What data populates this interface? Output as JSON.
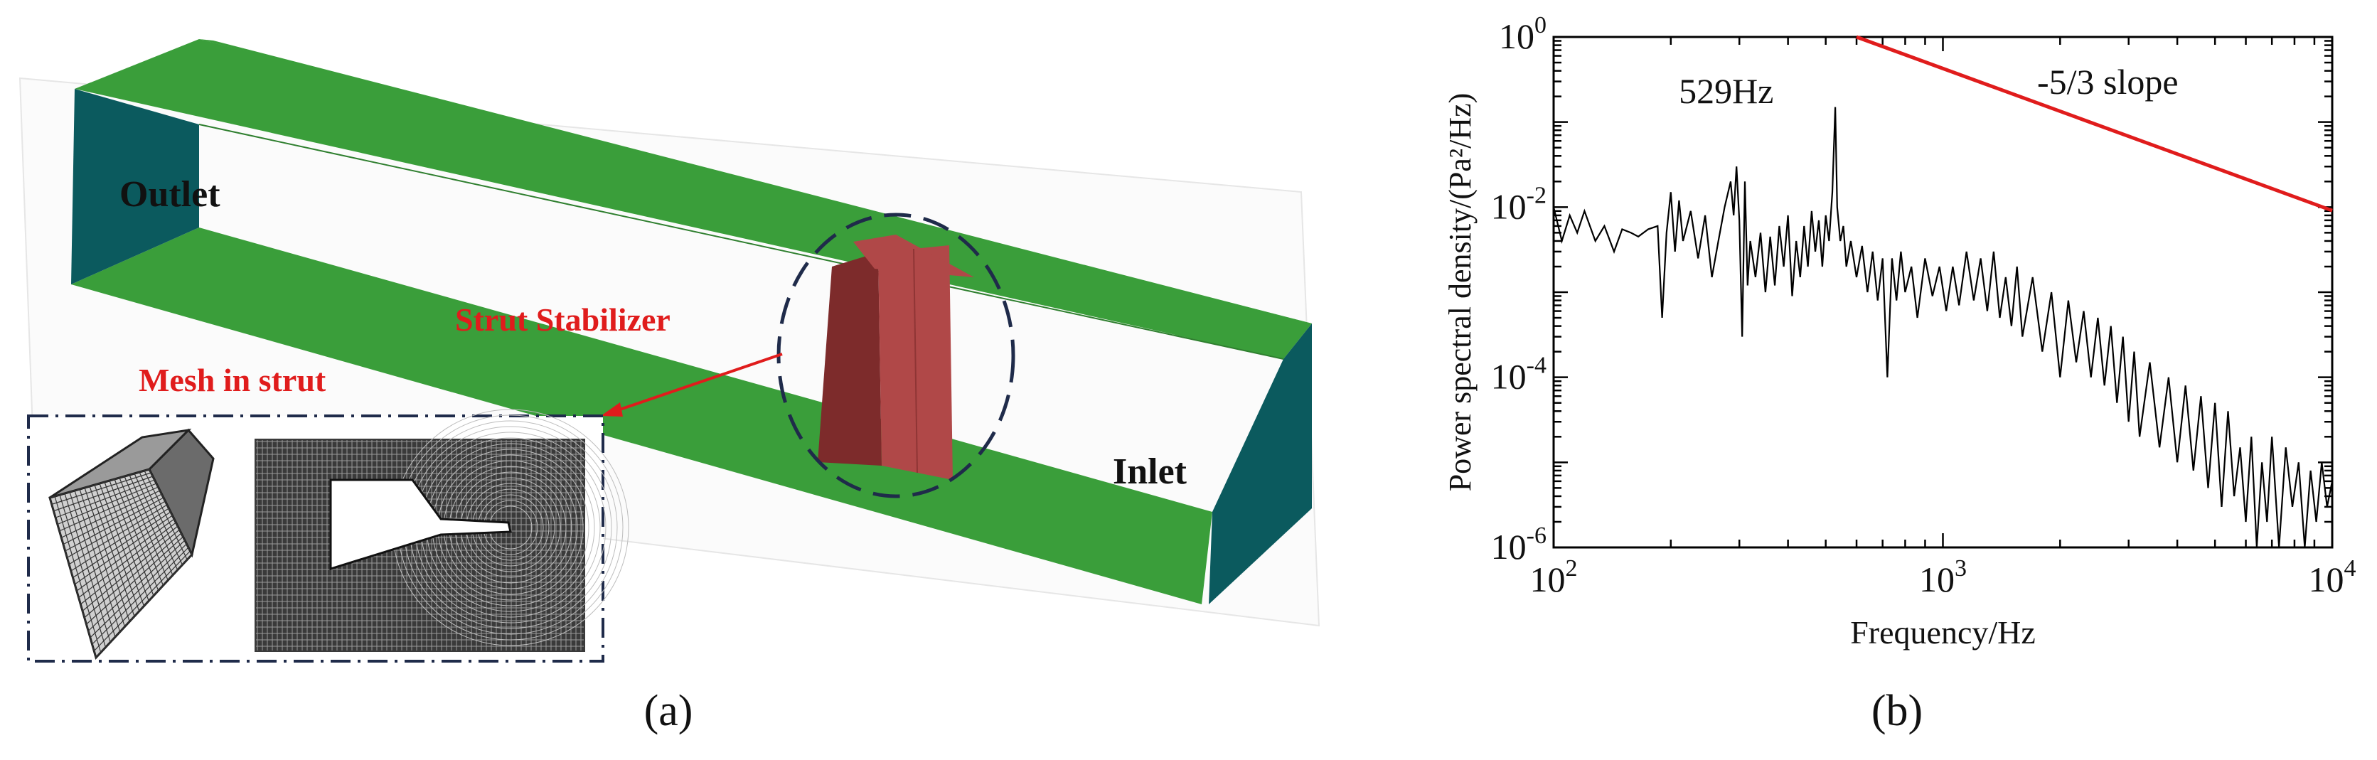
{
  "figure": {
    "panel_a": {
      "caption": "(a)",
      "label_outlet": "Outlet",
      "label_inlet": "Inlet",
      "label_strut": "Strut Stabilizer",
      "label_mesh": "Mesh in strut",
      "colors": {
        "channel": "#3a9e3a",
        "channel_end": "#0b5a5e",
        "strut": "#b04848",
        "strut_dark": "#7d2b2b",
        "label_red": "#e01c1c",
        "ellipse": "#1f2b4a"
      }
    },
    "panel_b": {
      "caption": "(b)",
      "chart_data": {
        "type": "line",
        "title": "",
        "xlabel": "Frequency/Hz",
        "ylabel": "Power spectral density/(Pa²/Hz)",
        "x_scale": "log",
        "y_scale": "log",
        "xlim": [
          100,
          10000
        ],
        "ylim": [
          1e-06,
          1
        ],
        "x_ticks": [
          {
            "value": 100,
            "label_base": "10",
            "label_exp": "2"
          },
          {
            "value": 1000,
            "label_base": "10",
            "label_exp": "3"
          },
          {
            "value": 10000,
            "label_base": "10",
            "label_exp": "4"
          }
        ],
        "y_ticks": [
          {
            "value": 1,
            "label_base": "10",
            "label_exp": "0"
          },
          {
            "value": 0.01,
            "label_base": "10",
            "label_exp": "-2"
          },
          {
            "value": 0.0001,
            "label_base": "10",
            "label_exp": "-4"
          },
          {
            "value": 1e-06,
            "label_base": "10",
            "label_exp": "-6"
          }
        ],
        "annotations": [
          {
            "text": "529Hz",
            "x": 529,
            "y": 0.15
          },
          {
            "text": "-5/3 slope"
          }
        ],
        "series": [
          {
            "color": "#000000",
            "x": [
              100,
              105,
              110,
              115,
              120,
              128,
              135,
              143,
              150,
              158,
              165,
              175,
              185,
              190,
              195,
              200,
              205,
              210,
              215,
              225,
              235,
              245,
              255,
              265,
              275,
              285,
              290,
              295,
              300,
              305,
              310,
              315,
              320,
              330,
              340,
              350,
              360,
              370,
              380,
              390,
              400,
              410,
              420,
              430,
              440,
              450,
              460,
              470,
              480,
              490,
              500,
              510,
              520,
              529,
              535,
              545,
              555,
              565,
              580,
              600,
              620,
              640,
              660,
              680,
              700,
              720,
              740,
              760,
              780,
              800,
              830,
              860,
              900,
              940,
              980,
              1020,
              1060,
              1100,
              1150,
              1200,
              1250,
              1300,
              1350,
              1400,
              1450,
              1500,
              1550,
              1600,
              1700,
              1800,
              1900,
              2000,
              2100,
              2200,
              2300,
              2400,
              2500,
              2600,
              2700,
              2800,
              2900,
              3000,
              3100,
              3200,
              3400,
              3600,
              3800,
              4000,
              4200,
              4400,
              4600,
              4800,
              5000,
              5200,
              5400,
              5600,
              5800,
              6000,
              6200,
              6400,
              6600,
              6800,
              7000,
              7300,
              7600,
              7900,
              8200,
              8500,
              8800,
              9100,
              9400,
              9700,
              10000
            ],
            "values": [
              0.01,
              0.004,
              0.008,
              0.005,
              0.009,
              0.004,
              0.006,
              0.003,
              0.0055,
              0.005,
              0.0045,
              0.0055,
              0.006,
              0.0005,
              0.005,
              0.015,
              0.003,
              0.012,
              0.004,
              0.009,
              0.0025,
              0.008,
              0.0015,
              0.004,
              0.01,
              0.02,
              0.008,
              0.03,
              0.007,
              0.0003,
              0.02,
              0.0012,
              0.004,
              0.0015,
              0.005,
              0.001,
              0.0045,
              0.0012,
              0.006,
              0.002,
              0.008,
              0.0009,
              0.004,
              0.0015,
              0.006,
              0.002,
              0.009,
              0.003,
              0.007,
              0.002,
              0.008,
              0.004,
              0.015,
              0.15,
              0.01,
              0.004,
              0.006,
              0.002,
              0.004,
              0.0015,
              0.0035,
              0.001,
              0.003,
              0.0008,
              0.0025,
              0.0001,
              0.0025,
              0.0008,
              0.003,
              0.001,
              0.002,
              0.0005,
              0.0025,
              0.0009,
              0.002,
              0.0006,
              0.002,
              0.0007,
              0.003,
              0.0008,
              0.0025,
              0.0006,
              0.003,
              0.0005,
              0.0015,
              0.0004,
              0.002,
              0.0003,
              0.0015,
              0.0002,
              0.001,
              0.0001,
              0.0008,
              0.00015,
              0.0006,
              0.0001,
              0.0005,
              8e-05,
              0.0004,
              5e-05,
              0.0003,
              3e-05,
              0.0002,
              2e-05,
              0.00015,
              1.5e-05,
              0.0001,
              1e-05,
              8e-05,
              8e-06,
              6e-05,
              5e-06,
              5e-05,
              3e-06,
              4e-05,
              4e-06,
              1.5e-05,
              2e-06,
              2e-05,
              1e-06,
              1e-05,
              2e-06,
              2e-05,
              1e-06,
              1.5e-05,
              3e-06,
              1e-05,
              1e-06,
              8e-06,
              2e-06,
              1e-05,
              3e-06,
              6e-06
            ]
          },
          {
            "color": "#e01c1c",
            "x": [
              600,
              10000
            ],
            "values": [
              1,
              0.0091
            ]
          }
        ]
      }
    }
  }
}
